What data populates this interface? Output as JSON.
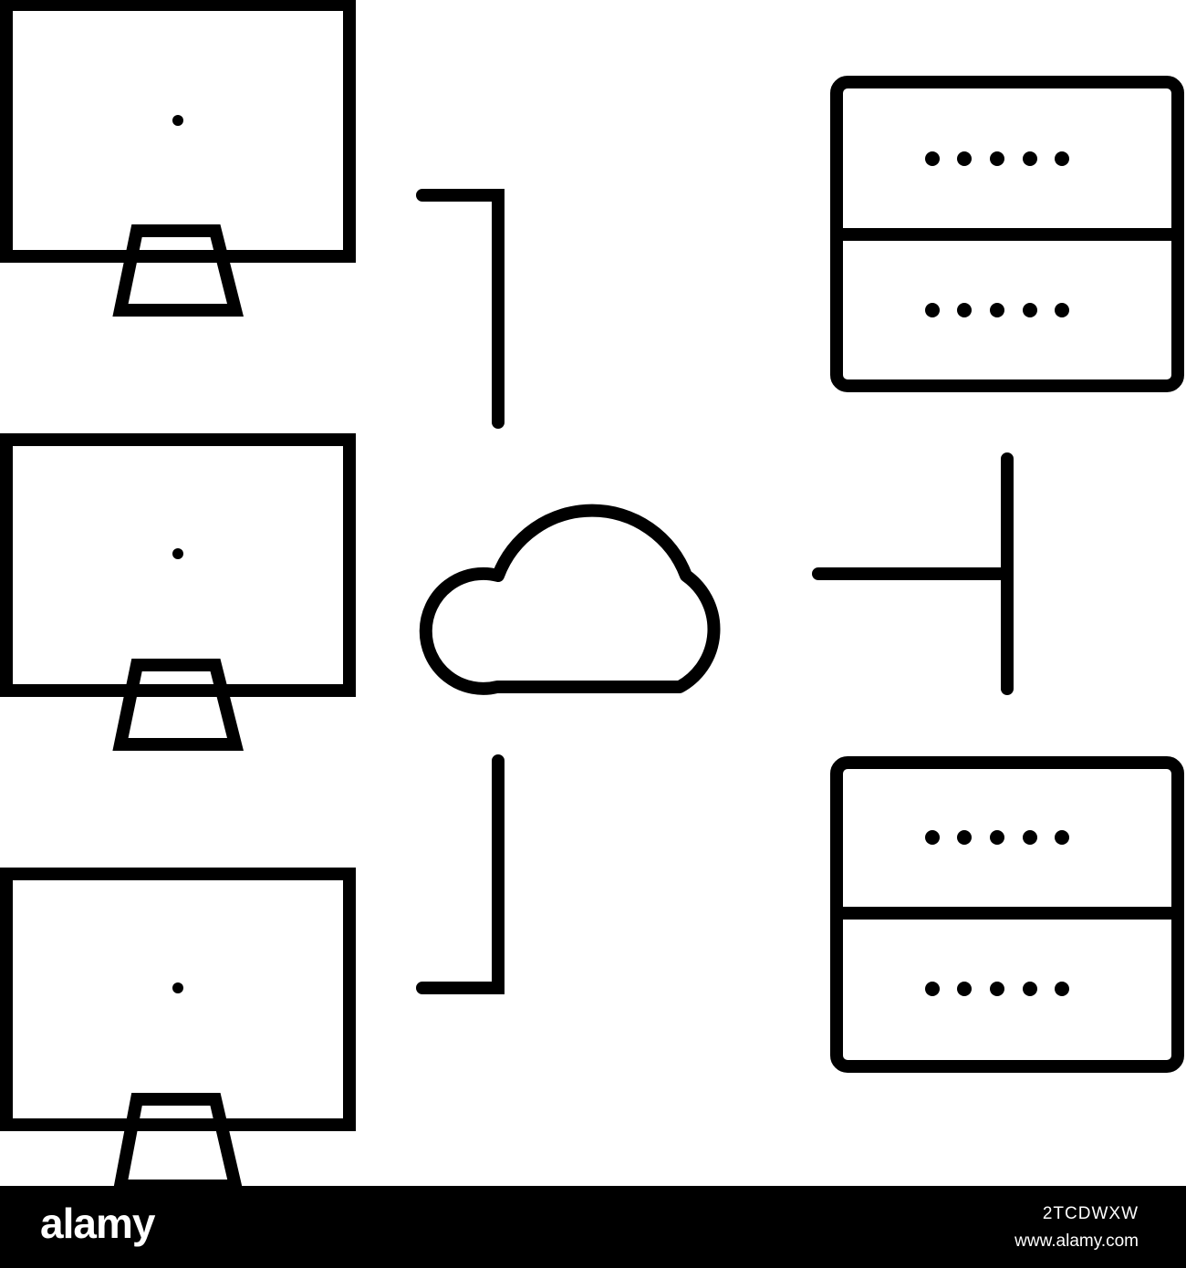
{
  "colors": {
    "stroke": "#000000",
    "background": "#ffffff",
    "footer_bg": "#000000",
    "footer_text": "#ffffff"
  },
  "icons": {
    "computers": [
      "monitor-icon",
      "monitor-icon",
      "monitor-icon"
    ],
    "cloud": "cloud-icon",
    "servers": [
      "server-rack-icon",
      "server-rack-icon"
    ],
    "connectors": [
      "connector-line-top",
      "connector-line-bottom",
      "connector-line-right"
    ]
  },
  "footer": {
    "brand": "alamy",
    "image_id": "2TCDWXW",
    "site": "www.alamy.com"
  }
}
